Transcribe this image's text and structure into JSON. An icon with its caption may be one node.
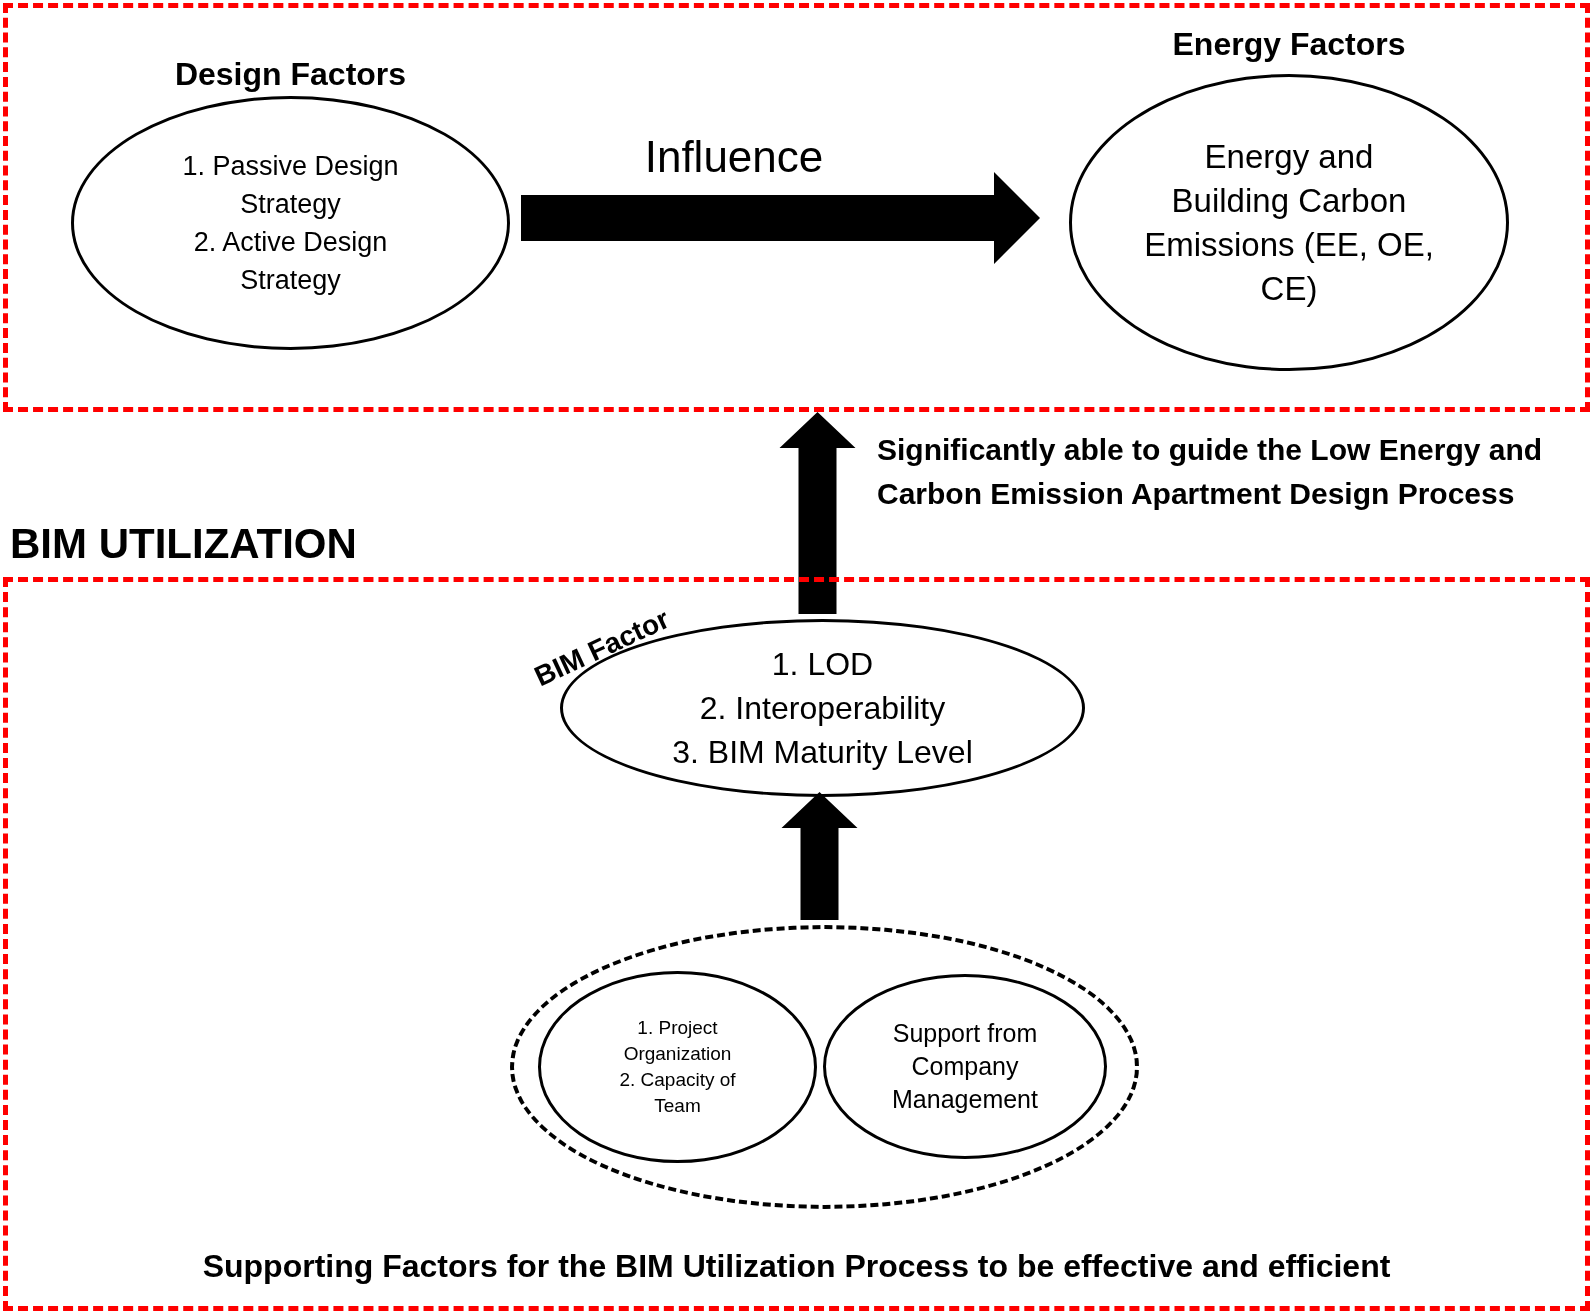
{
  "diagram": {
    "nodes": [
      {
        "text": [],
        "shape": "box"
      },
      {
        "text": [
          "Design Factors",
          "1. Passive Design Strategy",
          "2. Active Design Strategy"
        ],
        "in": 0
      },
      {
        "text": [
          "Energy Factors",
          "Energy and Building Carbon Emissions (EE, OE, CE)"
        ],
        "in": 0
      },
      {
        "text": [
          "BIM UTILIZATION",
          "Supporting Factors for the BIM Utilization Process to be effective and efficient"
        ]
      },
      {
        "text": [
          "BIM Factor",
          "1. LOD",
          "2. Interoperability",
          "3. BIM Maturity Level"
        ],
        "in": 3
      },
      {
        "text": [],
        "shape": "circle",
        "in": 3
      },
      {
        "text": [
          "1. Project Organization",
          "2. Capacity of Team"
        ],
        "in": 5
      },
      {
        "text": [
          "Support from Company Management"
        ],
        "in": 5
      }
    ],
    "edges": [
      {
        "from": 1,
        "to": 2,
        "arrow": "to",
        "label": "Influence"
      },
      {
        "from": 4,
        "to": 0,
        "arrow": "to",
        "label": "Significantly able to guide the Low Energy and Carbon Emission Apartment Design Process"
      },
      {
        "from": 5,
        "to": 4,
        "arrow": "to"
      }
    ]
  }
}
